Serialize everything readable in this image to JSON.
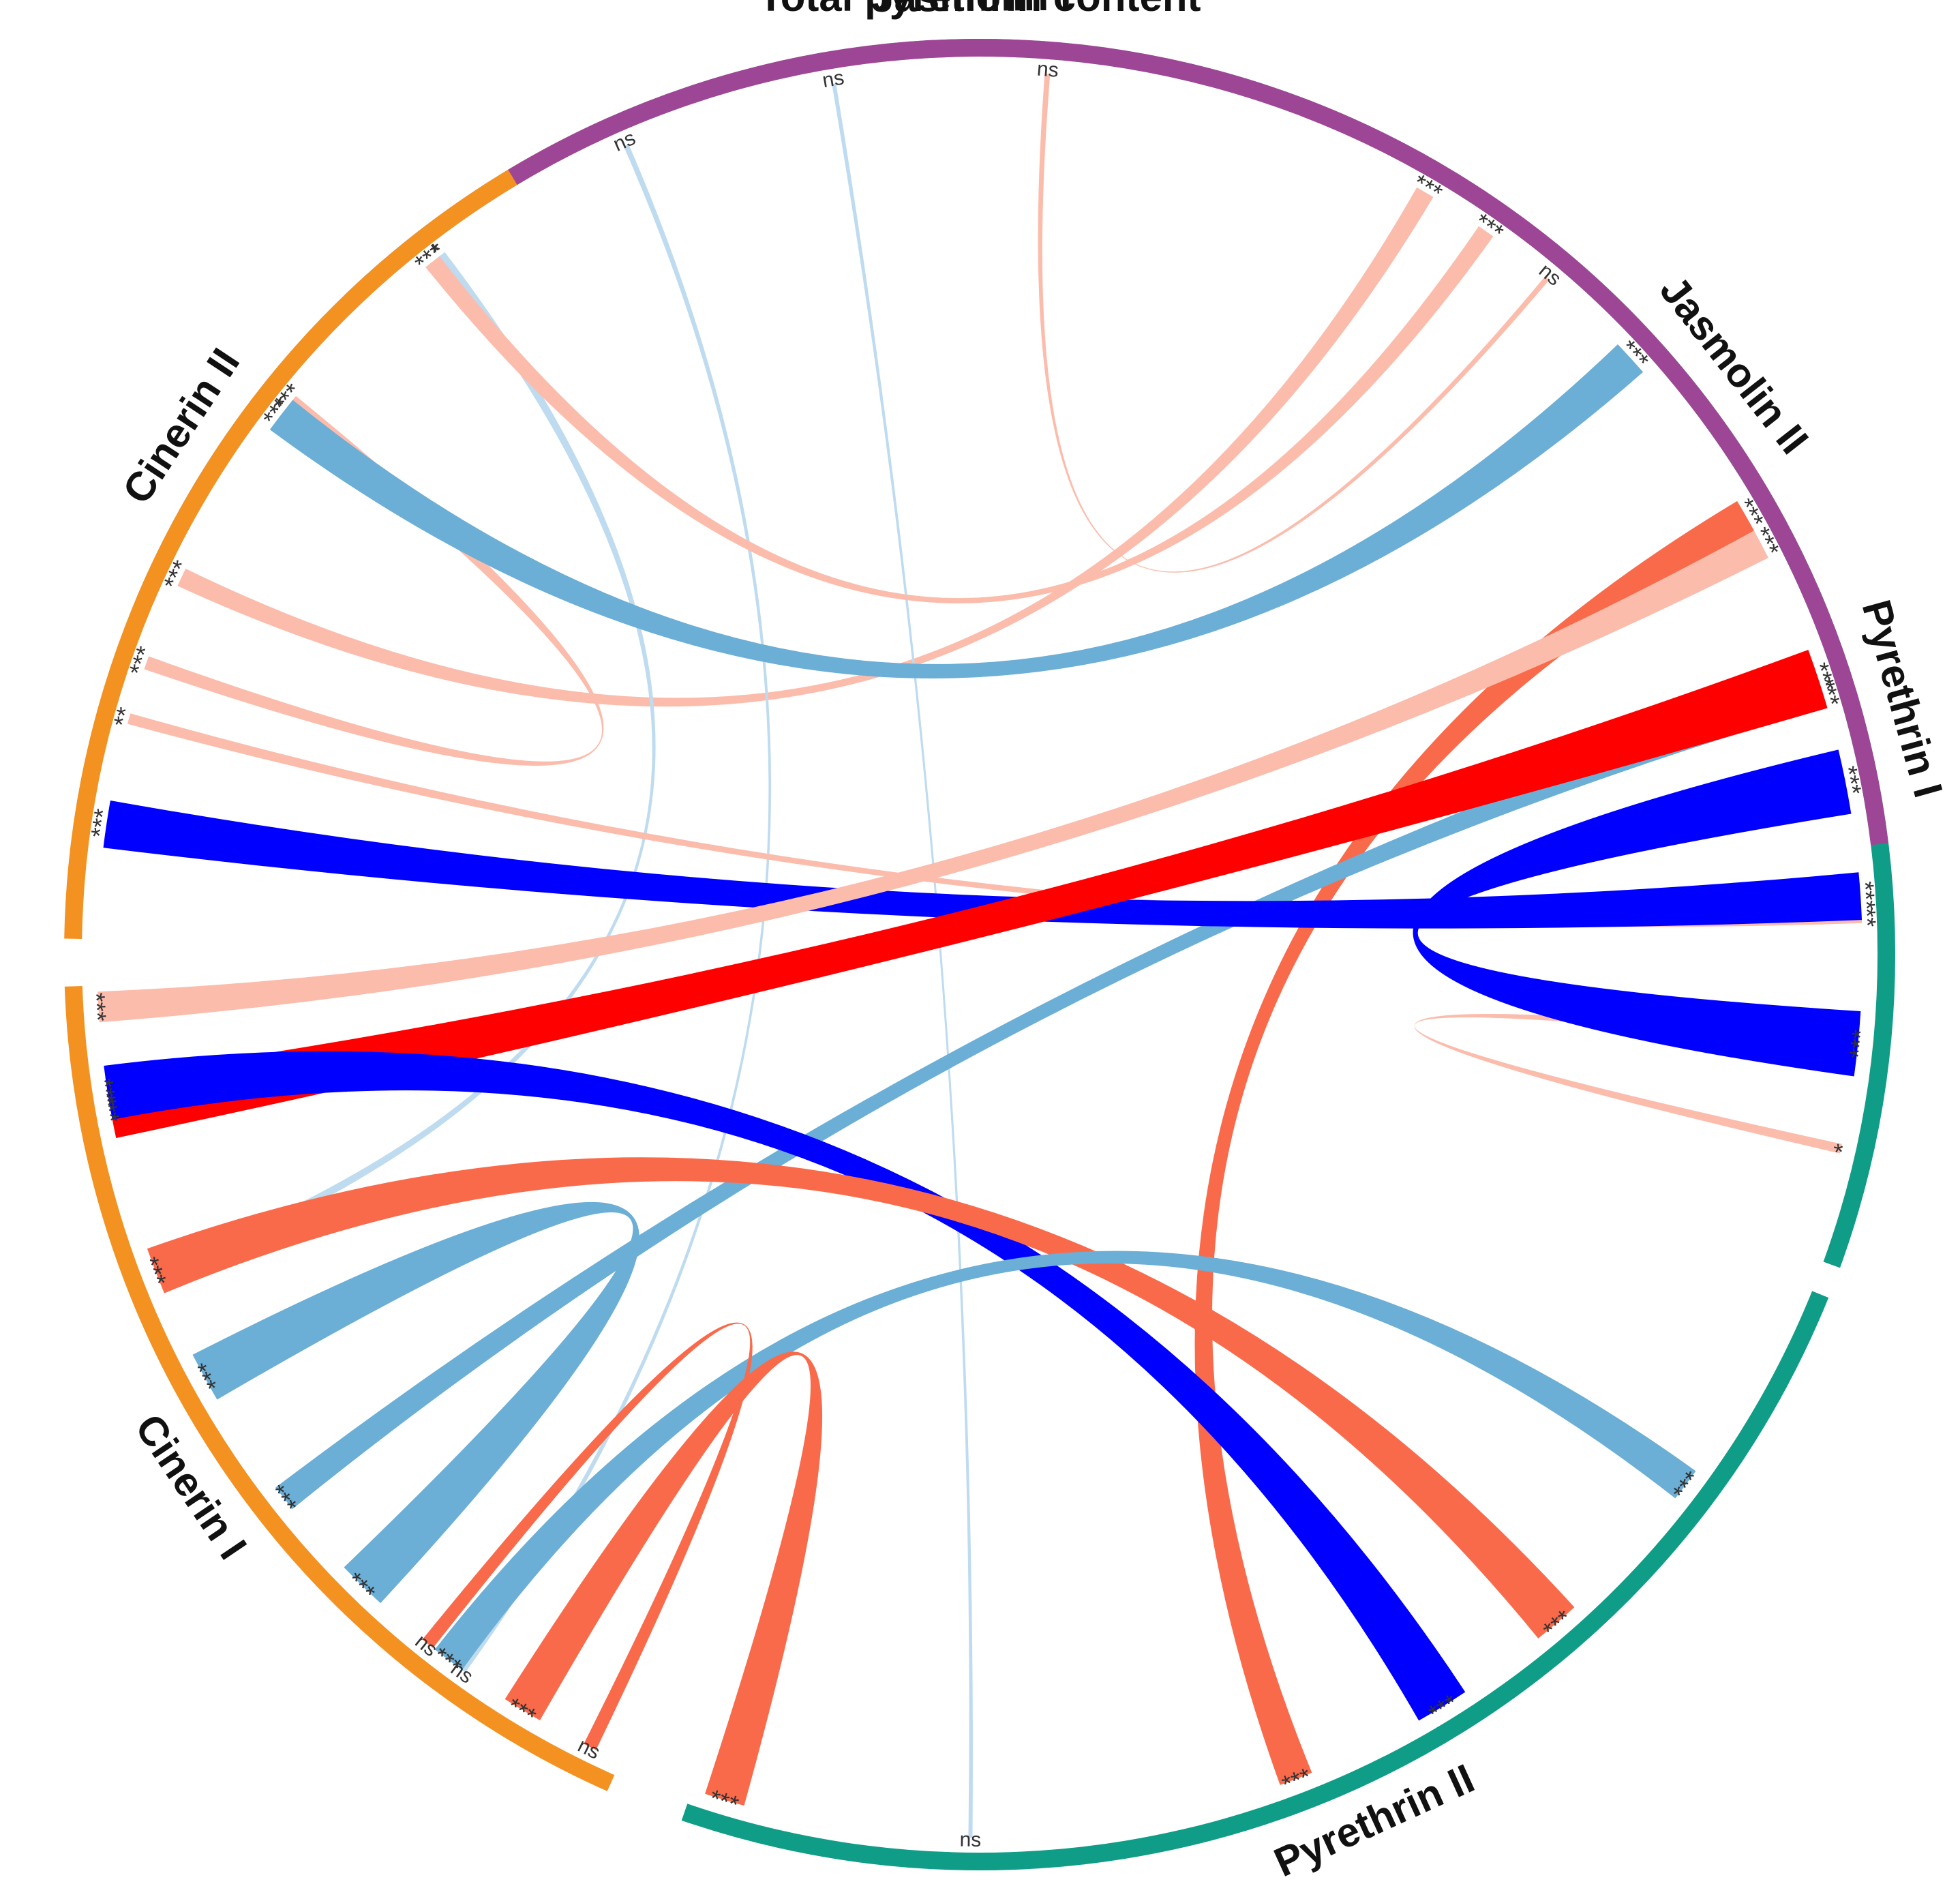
{
  "chart_data": {
    "type": "chord",
    "title": "",
    "sectors": [
      {
        "id": "total",
        "name": "Total pyrethrin content",
        "color": "#8c9896",
        "start_deg": 293,
        "end_deg": 427
      },
      {
        "id": "pyr1",
        "name": "Pyrethrin I",
        "color": "#0f9d87",
        "start_deg": 39,
        "end_deg": 110
      },
      {
        "id": "pyr2",
        "name": "Pyrethrin II",
        "color": "#0f9d87",
        "start_deg": 112,
        "end_deg": 199
      },
      {
        "id": "cin1",
        "name": "Cinerin I",
        "color": "#f39121",
        "start_deg": 204,
        "end_deg": 268
      },
      {
        "id": "cin2",
        "name": "Cinerin II",
        "color": "#f39121",
        "start_deg": 271,
        "end_deg": 336
      },
      {
        "id": "jas1",
        "name": "Jasmolin I",
        "color": "#9e4696",
        "start_deg": 329,
        "end_deg": 390
      },
      {
        "id": "jas2",
        "name": "Jasmolin II",
        "color": "#9e4696",
        "start_deg": 381,
        "end_deg": 443
      }
    ],
    "legend_colors": {
      "strong_positive": "#ff0000",
      "positive": "#f96a4b",
      "weak_positive": "#fbbcac",
      "strong_negative": "#0000ff",
      "negative": "#6baed6",
      "weak_negative": "#bedbef"
    },
    "links": [
      {
        "from_deg": 295.3,
        "to_deg": 390.3,
        "width": 28,
        "color": "#fbbcac",
        "sig_from": "***",
        "sig_to": "***"
      },
      {
        "from_deg": 308.8,
        "to_deg": 289.3,
        "width": 20,
        "color": "#fbbcac",
        "sig_from": "***",
        "sig_to": "***"
      },
      {
        "from_deg": 322.4,
        "to_deg": 249.0,
        "width": 14,
        "color": "#bedbef",
        "sig_from": "*",
        "sig_to": "*"
      },
      {
        "from_deg": 336.4,
        "to_deg": 215.8,
        "width": 8,
        "color": "#bedbef",
        "sig_from": "ns",
        "sig_to": "ns"
      },
      {
        "from_deg": 350.5,
        "to_deg": 180.6,
        "width": 6,
        "color": "#bedbef",
        "sig_from": "ns",
        "sig_to": "ns"
      },
      {
        "from_deg": 364.4,
        "to_deg": 400.0,
        "width": 8,
        "color": "#fbbcac",
        "sig_from": "ns",
        "sig_to": "ns"
      },
      {
        "from_deg": 395.0,
        "to_deg": 321.7,
        "width": 26,
        "color": "#fbbcac",
        "sig_from": "***",
        "sig_to": "***"
      },
      {
        "from_deg": 407.5,
        "to_deg": 307.7,
        "width": 55,
        "color": "#6baed6",
        "sig_from": "***",
        "sig_to": "***"
      },
      {
        "from_deg": 420.2,
        "to_deg": 159.0,
        "width": 50,
        "color": "#f96a4b",
        "sig_from": "***",
        "sig_to": "***"
      },
      {
        "from_deg": 432.8,
        "to_deg": 232.0,
        "width": 40,
        "color": "#6baed6",
        "sig_from": "***",
        "sig_to": "***"
      },
      {
        "from_deg": 447.6,
        "to_deg": 285.5,
        "width": 16,
        "color": "#fbbcac",
        "sig_from": "**",
        "sig_to": "**"
      },
      {
        "from_deg": 462.7,
        "to_deg": 455.8,
        "width": 14,
        "color": "#fbbcac",
        "sig_from": "*",
        "sig_to": "*"
      },
      {
        "from_deg": 78.7,
        "to_deg": 95.8,
        "width": 96,
        "color": "#0000ff",
        "sig_from": "***",
        "sig_to": "***"
      },
      {
        "from_deg": 86.2,
        "to_deg": 278.5,
        "width": 70,
        "color": "#0000ff",
        "sig_from": "***",
        "sig_to": "***"
      },
      {
        "from_deg": 62.3,
        "to_deg": 266.6,
        "width": 45,
        "color": "#fbbcac",
        "sig_from": "***",
        "sig_to": "***"
      },
      {
        "from_deg": 71.8,
        "to_deg": 260.0,
        "width": 90,
        "color": "#ff0000",
        "sig_from": "***",
        "sig_to": "***"
      },
      {
        "from_deg": 148.4,
        "to_deg": 261.0,
        "width": 80,
        "color": "#0000ff",
        "sig_from": "***",
        "sig_to": "***"
      },
      {
        "from_deg": 139.2,
        "to_deg": 249.0,
        "width": 70,
        "color": "#f96a4b",
        "sig_from": "***",
        "sig_to": "***"
      },
      {
        "from_deg": 126.9,
        "to_deg": 217.0,
        "width": 50,
        "color": "#6baed6",
        "sig_from": "***",
        "sig_to": "***"
      },
      {
        "from_deg": 241.4,
        "to_deg": 224.4,
        "width": 75,
        "color": "#6baed6",
        "sig_from": "***",
        "sig_to": "***"
      },
      {
        "from_deg": 211.2,
        "to_deg": 196.8,
        "width": 60,
        "color": "#f96a4b",
        "sig_from": "***",
        "sig_to": "***"
      },
      {
        "from_deg": 206.2,
        "to_deg": 218.7,
        "width": 20,
        "color": "#f96a4b",
        "sig_from": "ns",
        "sig_to": "ns"
      }
    ]
  }
}
